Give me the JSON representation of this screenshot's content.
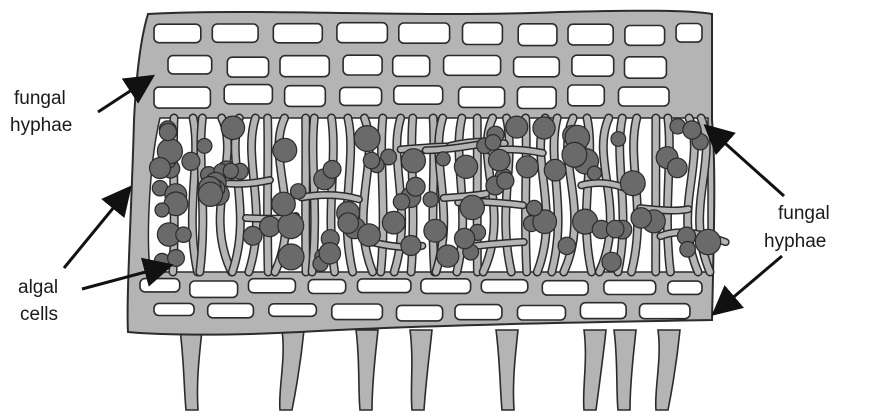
{
  "labels": {
    "top_left": {
      "line1": "fungal",
      "line2": "hyphae"
    },
    "bottom_left": {
      "line1": "algal",
      "line2": "cells"
    },
    "right": {
      "line1": "fungal",
      "line2": "hyphae"
    }
  },
  "colors": {
    "tissue": "#b4b4b4",
    "outline": "#2b2b2b",
    "cell": "#ffffff",
    "algae": "#6a6a6a",
    "arrow": "#111111"
  }
}
